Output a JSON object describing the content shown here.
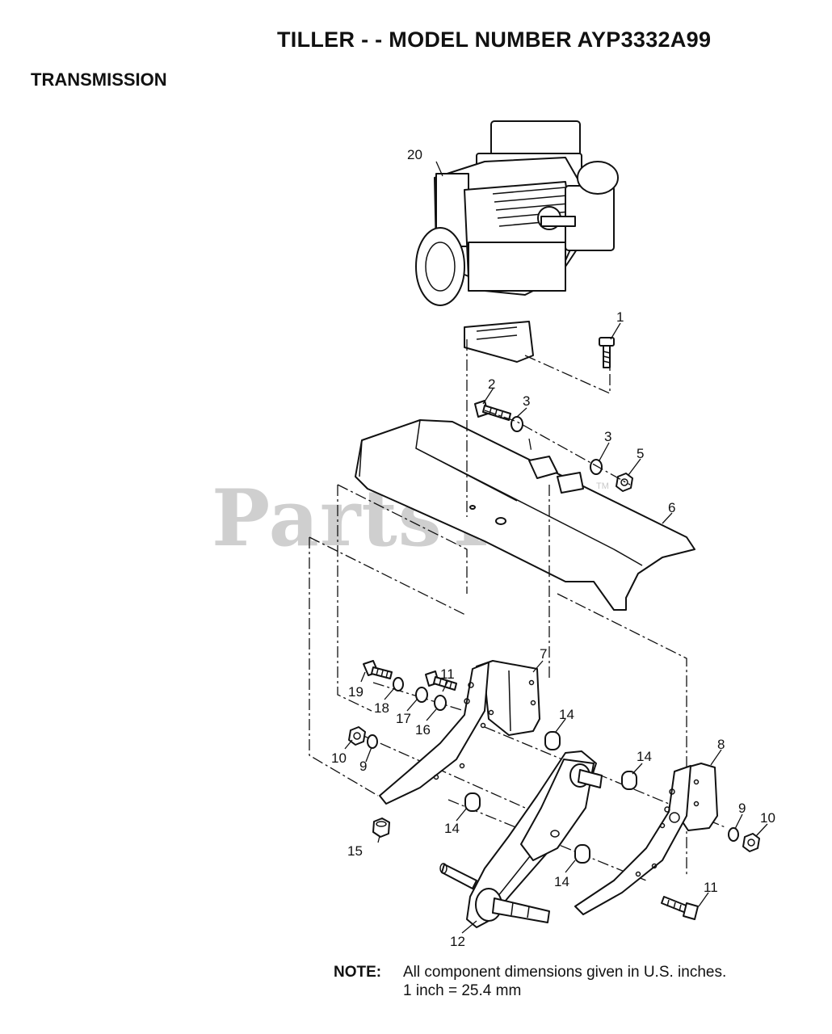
{
  "header": {
    "title": "TILLER - - MODEL NUMBER AYP3332A99",
    "section": "TRANSMISSION"
  },
  "watermark": {
    "text": "PartsTree",
    "tm": "TM"
  },
  "callouts": [
    "20",
    "1",
    "2",
    "3",
    "3",
    "5",
    "6",
    "11",
    "7",
    "19",
    "18",
    "17",
    "16",
    "14",
    "10",
    "9",
    "14",
    "8",
    "9",
    "10",
    "14",
    "15",
    "14",
    "11",
    "12"
  ],
  "note": {
    "label": "NOTE:",
    "line1": "All component dimensions given in U.S. inches.",
    "line2": "1 inch = 25.4 mm"
  }
}
